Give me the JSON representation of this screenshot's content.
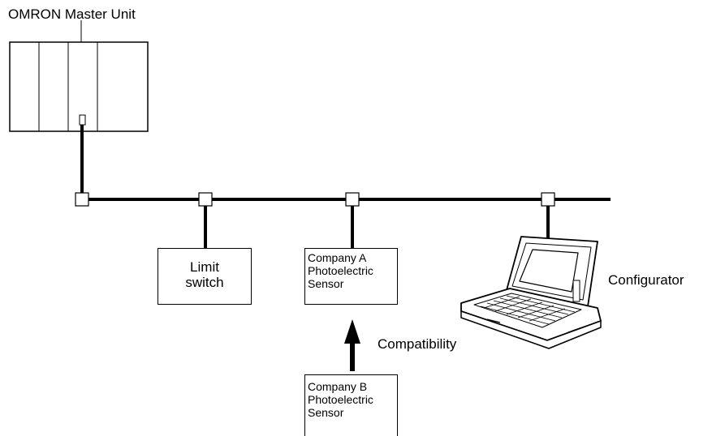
{
  "master_unit": {
    "label": "OMRON Master Unit"
  },
  "limit_switch": {
    "label": "Limit\nswitch"
  },
  "sensor_a": {
    "label": "Company A\nPhotoelectric\nSensor"
  },
  "sensor_b": {
    "label": "Company B\nPhotoelectric\nSensor"
  },
  "compatibility": {
    "label": "Compatibility"
  },
  "configurator": {
    "label": "Configurator"
  }
}
